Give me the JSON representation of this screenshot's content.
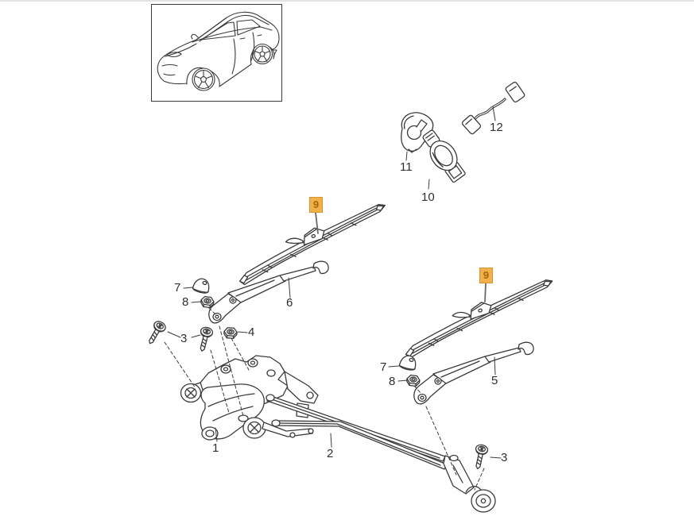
{
  "page": {
    "kind": "parts-diagram",
    "background": "#ffffff",
    "line_color": "#3b3b3b"
  },
  "highlight_style": {
    "fill": "#f2b04a",
    "border": "#d6952e",
    "text_color": "#9c6a00"
  },
  "vehicle_thumbnail": {
    "icon": "car-side-three-quarter-view"
  },
  "callouts": [
    {
      "part": "11",
      "highlighted": false,
      "target": "sensor-gasket"
    },
    {
      "part": "10",
      "highlighted": false,
      "target": "rain-sensor"
    },
    {
      "part": "12",
      "highlighted": false,
      "target": "sensor-cable"
    },
    {
      "part": "9",
      "highlighted": true,
      "target": "wiper-blade-left"
    },
    {
      "part": "9",
      "highlighted": true,
      "target": "wiper-blade-right"
    },
    {
      "part": "7",
      "highlighted": false,
      "target": "cap-left"
    },
    {
      "part": "8",
      "highlighted": false,
      "target": "hex-nut-left"
    },
    {
      "part": "6",
      "highlighted": false,
      "target": "wiper-arm-left"
    },
    {
      "part": "3",
      "highlighted": false,
      "target": "screws-left"
    },
    {
      "part": "4",
      "highlighted": false,
      "target": "hex-nut-mount"
    },
    {
      "part": "1",
      "highlighted": false,
      "target": "wiper-motor-assembly"
    },
    {
      "part": "2",
      "highlighted": false,
      "target": "wiper-linkage"
    },
    {
      "part": "7",
      "highlighted": false,
      "target": "cap-right"
    },
    {
      "part": "8",
      "highlighted": false,
      "target": "hex-nut-right"
    },
    {
      "part": "5",
      "highlighted": false,
      "target": "wiper-arm-right"
    },
    {
      "part": "3",
      "highlighted": false,
      "target": "screw-right"
    }
  ]
}
